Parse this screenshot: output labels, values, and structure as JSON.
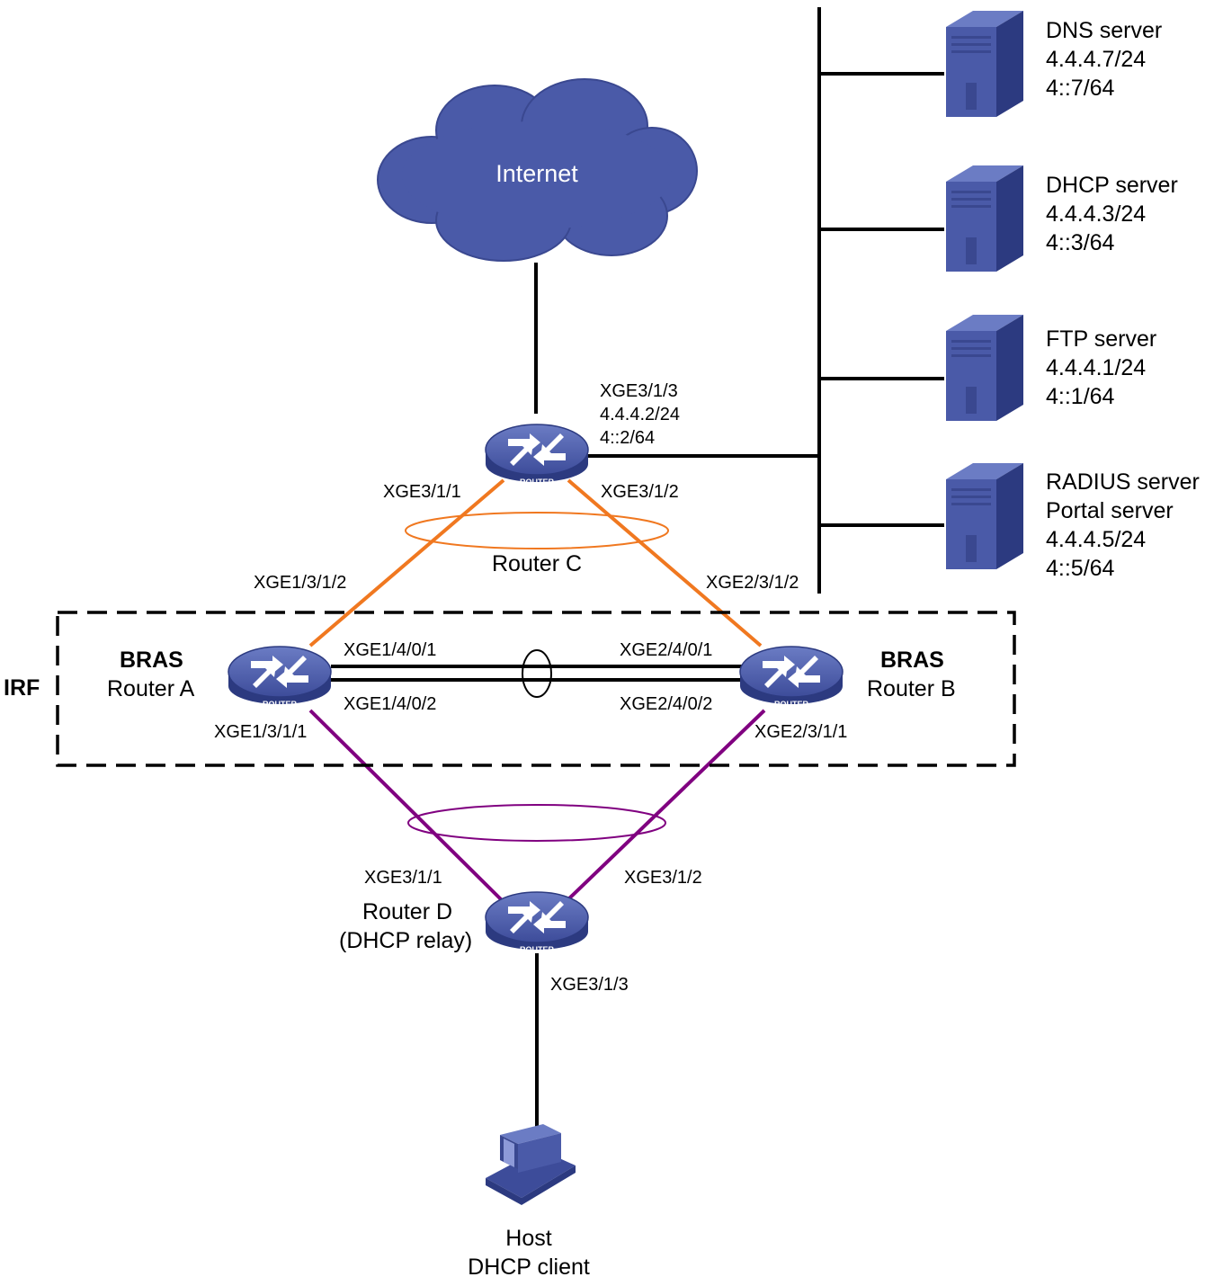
{
  "colors": {
    "device_blue": "#4a5aa8",
    "device_dark": "#2c3a80",
    "uplink_orange": "#f07820",
    "downlink_purple": "#800080",
    "line_black": "#000000"
  },
  "icons": {
    "router": "router-icon",
    "server": "server-icon",
    "cloud": "cloud-icon",
    "host": "computer-icon"
  },
  "internet": {
    "label": "Internet"
  },
  "router_c": {
    "name": "Router C",
    "tag": "ROUTER",
    "port_to_servers": "XGE3/1/3",
    "ipv4": "4.4.4.2/24",
    "ipv6": "4::2/64",
    "port_to_a": "XGE3/1/1",
    "port_to_b": "XGE3/1/2"
  },
  "servers": [
    {
      "name": "DNS server",
      "ipv4": "4.4.4.7/24",
      "ipv6": "4::7/64"
    },
    {
      "name": "DHCP server",
      "ipv4": "4.4.4.3/24",
      "ipv6": "4::3/64"
    },
    {
      "name": "FTP server",
      "ipv4": "4.4.4.1/24",
      "ipv6": "4::1/64"
    },
    {
      "name": "RADIUS server",
      "name2": "Portal server",
      "ipv4": "4.4.4.5/24",
      "ipv6": "4::5/64"
    }
  ],
  "irf": {
    "label": "IRF",
    "router_a": {
      "role": "BRAS",
      "name": "Router A",
      "tag": "ROUTER",
      "port_up": "XGE1/3/1/2",
      "port_down": "XGE1/3/1/1",
      "irf_port_1": "XGE1/4/0/1",
      "irf_port_2": "XGE1/4/0/2"
    },
    "router_b": {
      "role": "BRAS",
      "name": "Router B",
      "tag": "ROUTER",
      "port_up": "XGE2/3/1/2",
      "port_down": "XGE2/3/1/1",
      "irf_port_1": "XGE2/4/0/1",
      "irf_port_2": "XGE2/4/0/2"
    }
  },
  "router_d": {
    "name": "Router D",
    "role": "(DHCP relay)",
    "tag": "ROUTER",
    "port_to_a": "XGE3/1/1",
    "port_to_b": "XGE3/1/2",
    "port_to_host": "XGE3/1/3"
  },
  "host": {
    "name": "Host",
    "role": "DHCP client"
  }
}
